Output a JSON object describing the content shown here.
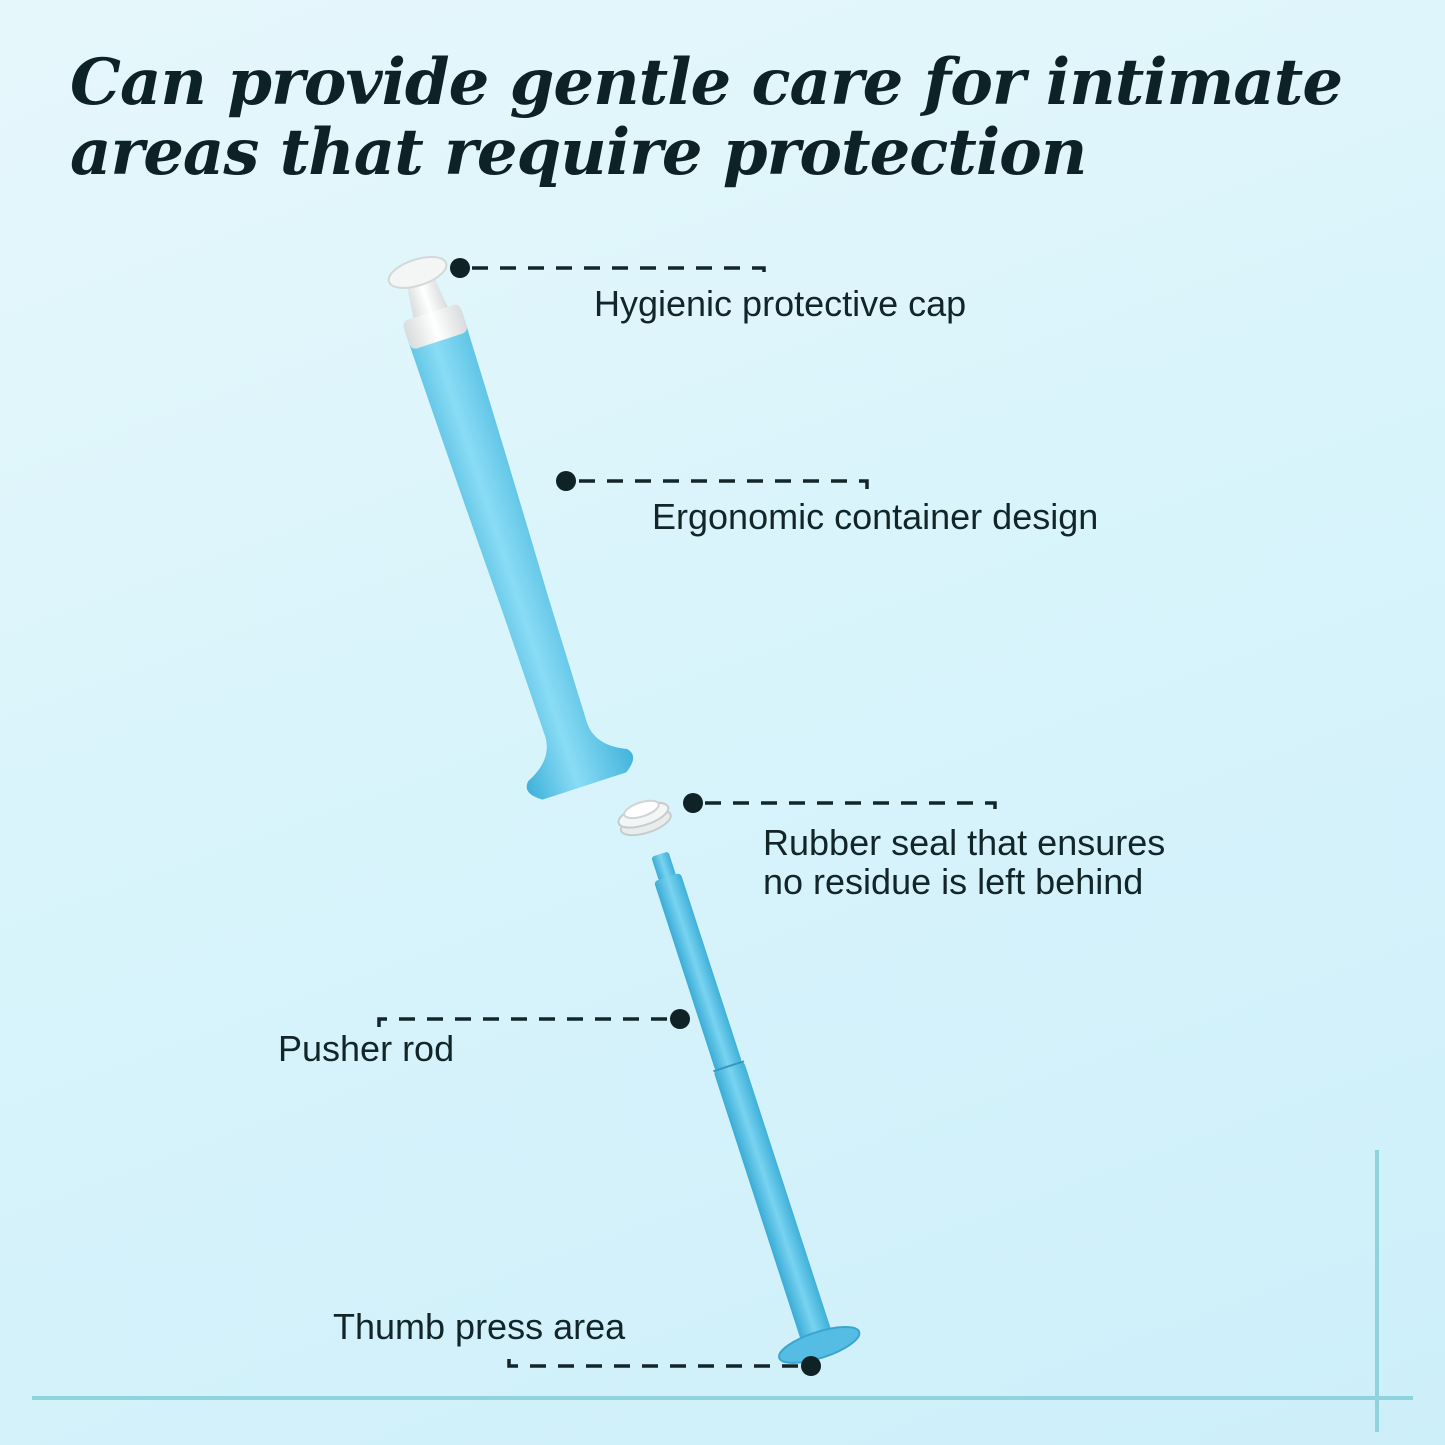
{
  "headline": {
    "line1": "Can provide gentle care for intimate",
    "line2": "areas that require protection"
  },
  "callouts": {
    "cap": "Hygienic protective cap",
    "container": "Ergonomic container design",
    "seal_line1": "Rubber seal that ensures",
    "seal_line2": "no residue is left behind",
    "rod": "Pusher rod",
    "thumb": "Thumb press area"
  },
  "colors": {
    "background": "#d9f4fb",
    "product_blue": "#5ec3e6",
    "cap_white": "#f2f4f4",
    "text_dark": "#0f2226",
    "frame_line": "#8fd3dc"
  }
}
